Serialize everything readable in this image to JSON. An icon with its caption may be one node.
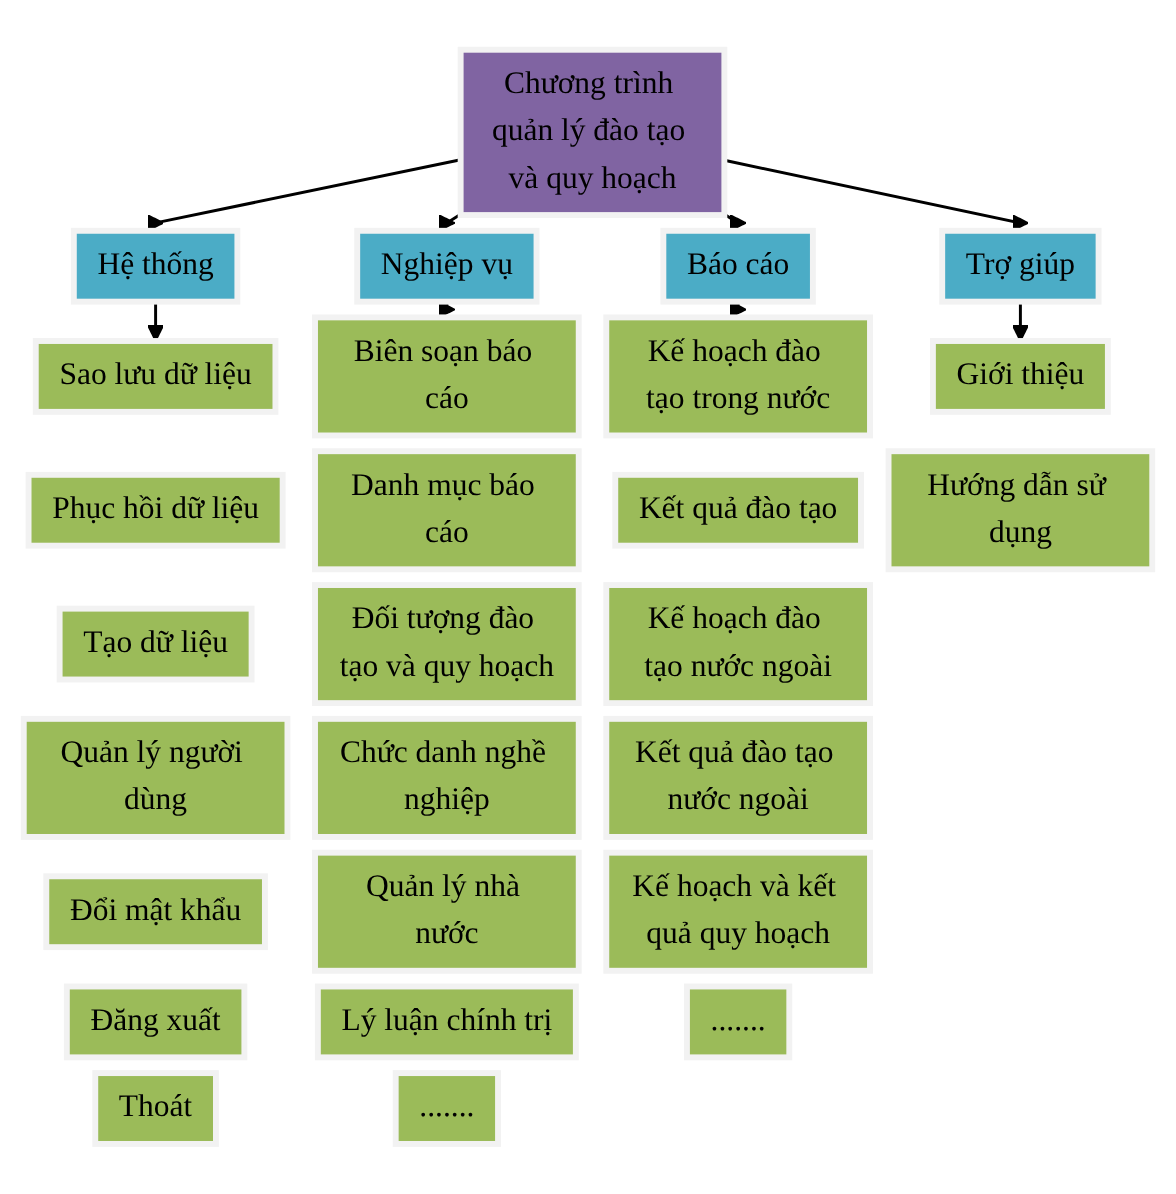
{
  "diagram": {
    "nodes": [
      {
        "text": [
          "Chương trình quản lý đào tạo và quy hoạch"
        ]
      },
      {
        "text": [
          "Hệ thống"
        ]
      },
      {
        "text": [
          "Nghiệp vụ"
        ]
      },
      {
        "text": [
          "Báo cáo"
        ]
      },
      {
        "text": [
          "Trợ giúp"
        ]
      },
      {
        "text": [
          "Sao lưu dữ liệu"
        ]
      },
      {
        "text": [
          "Phục hồi dữ liệu"
        ]
      },
      {
        "text": [
          "Tạo dữ liệu"
        ]
      },
      {
        "text": [
          "Quản lý người dùng"
        ]
      },
      {
        "text": [
          "Đổi mật khẩu"
        ]
      },
      {
        "text": [
          "Đăng xuất"
        ]
      },
      {
        "text": [
          "Thoát"
        ]
      },
      {
        "text": [
          "Biên soạn báo cáo"
        ]
      },
      {
        "text": [
          "Danh mục báo cáo"
        ]
      },
      {
        "text": [
          "Đối tượng đào tạo và quy hoạch"
        ]
      },
      {
        "text": [
          "Chức danh nghề nghiệp"
        ]
      },
      {
        "text": [
          "Quản lý nhà nước"
        ]
      },
      {
        "text": [
          "Lý luận chính trị"
        ]
      },
      {
        "text": [
          "......."
        ]
      },
      {
        "text": [
          "Kế hoạch đào tạo trong nước"
        ]
      },
      {
        "text": [
          "Kết quả đào tạo"
        ]
      },
      {
        "text": [
          "Kế hoạch đào tạo nước ngoài"
        ]
      },
      {
        "text": [
          "Kết quả đào tạo nước ngoài"
        ]
      },
      {
        "text": [
          "Kế hoạch và kết quả quy hoạch"
        ]
      },
      {
        "text": [
          "......."
        ]
      },
      {
        "text": [
          "Giới thiệu"
        ]
      },
      {
        "text": [
          "Hướng dẫn sử dụng"
        ]
      }
    ],
    "edges": [
      {
        "from": 0,
        "to": 1,
        "arrow": "to"
      },
      {
        "from": 0,
        "to": 2,
        "arrow": "to"
      },
      {
        "from": 0,
        "to": 3,
        "arrow": "to"
      },
      {
        "from": 0,
        "to": 4,
        "arrow": "to"
      },
      {
        "from": 1,
        "to": 5,
        "arrow": "to"
      },
      {
        "from": 2,
        "to": 12,
        "arrow": "to"
      },
      {
        "from": 3,
        "to": 19,
        "arrow": "to"
      },
      {
        "from": 4,
        "to": 25,
        "arrow": "to"
      }
    ]
  }
}
